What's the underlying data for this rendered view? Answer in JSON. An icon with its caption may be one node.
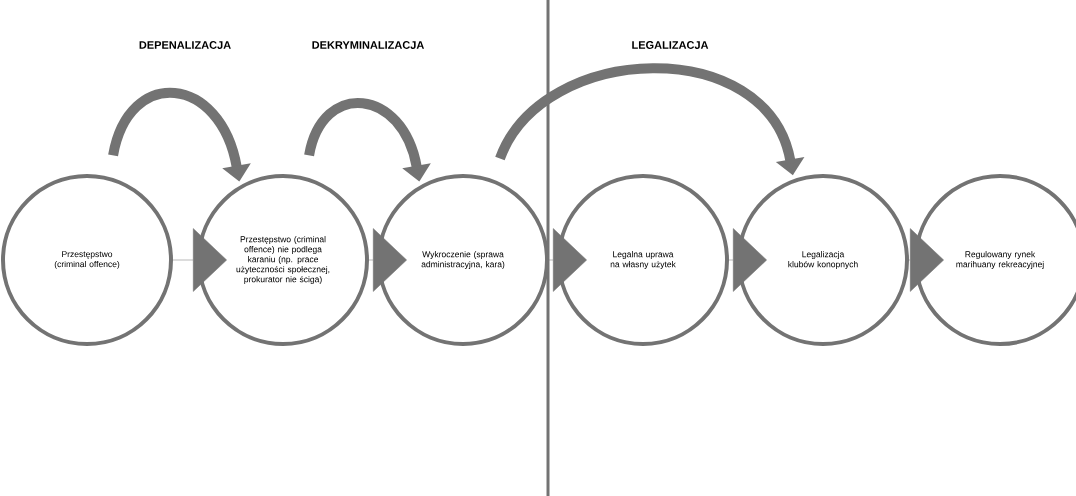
{
  "diagram": {
    "nodes": [
      {
        "text": [
          "Przestępstwo (criminal offence)"
        ]
      },
      {
        "text": [
          "Przestępstwo (criminal offence) nie podlega karaniu (np. prace użyteczności społecznej, prokurator nie ściga)"
        ]
      },
      {
        "text": [
          "Wykroczenie (sprawa administracyjna, kara)"
        ]
      },
      {
        "text": [
          "Legalna uprawa na własny użytek"
        ]
      },
      {
        "text": [
          "Legalizacja klubów konopnych"
        ]
      },
      {
        "text": [
          "Regulowany rynek marihuany rekreacyjnej"
        ]
      }
    ],
    "edges": [
      {
        "from": 0,
        "to": 1,
        "arrow": "to",
        "label": "DEPENALIZACJA",
        "style": "thick"
      },
      {
        "from": 1,
        "to": 2,
        "arrow": "to",
        "label": "DEKRYMINALIZACJA",
        "style": "thick"
      },
      {
        "from": 2,
        "to": 4,
        "arrow": "to",
        "label": "LEGALIZACJA",
        "style": "thick"
      },
      {
        "from": 0,
        "to": 1,
        "arrow": "to"
      },
      {
        "from": 1,
        "to": 2,
        "arrow": "to"
      },
      {
        "from": 2,
        "to": 3,
        "arrow": "to"
      },
      {
        "from": 3,
        "to": 4,
        "arrow": "to"
      },
      {
        "from": 4,
        "to": 5,
        "arrow": "to"
      }
    ]
  }
}
